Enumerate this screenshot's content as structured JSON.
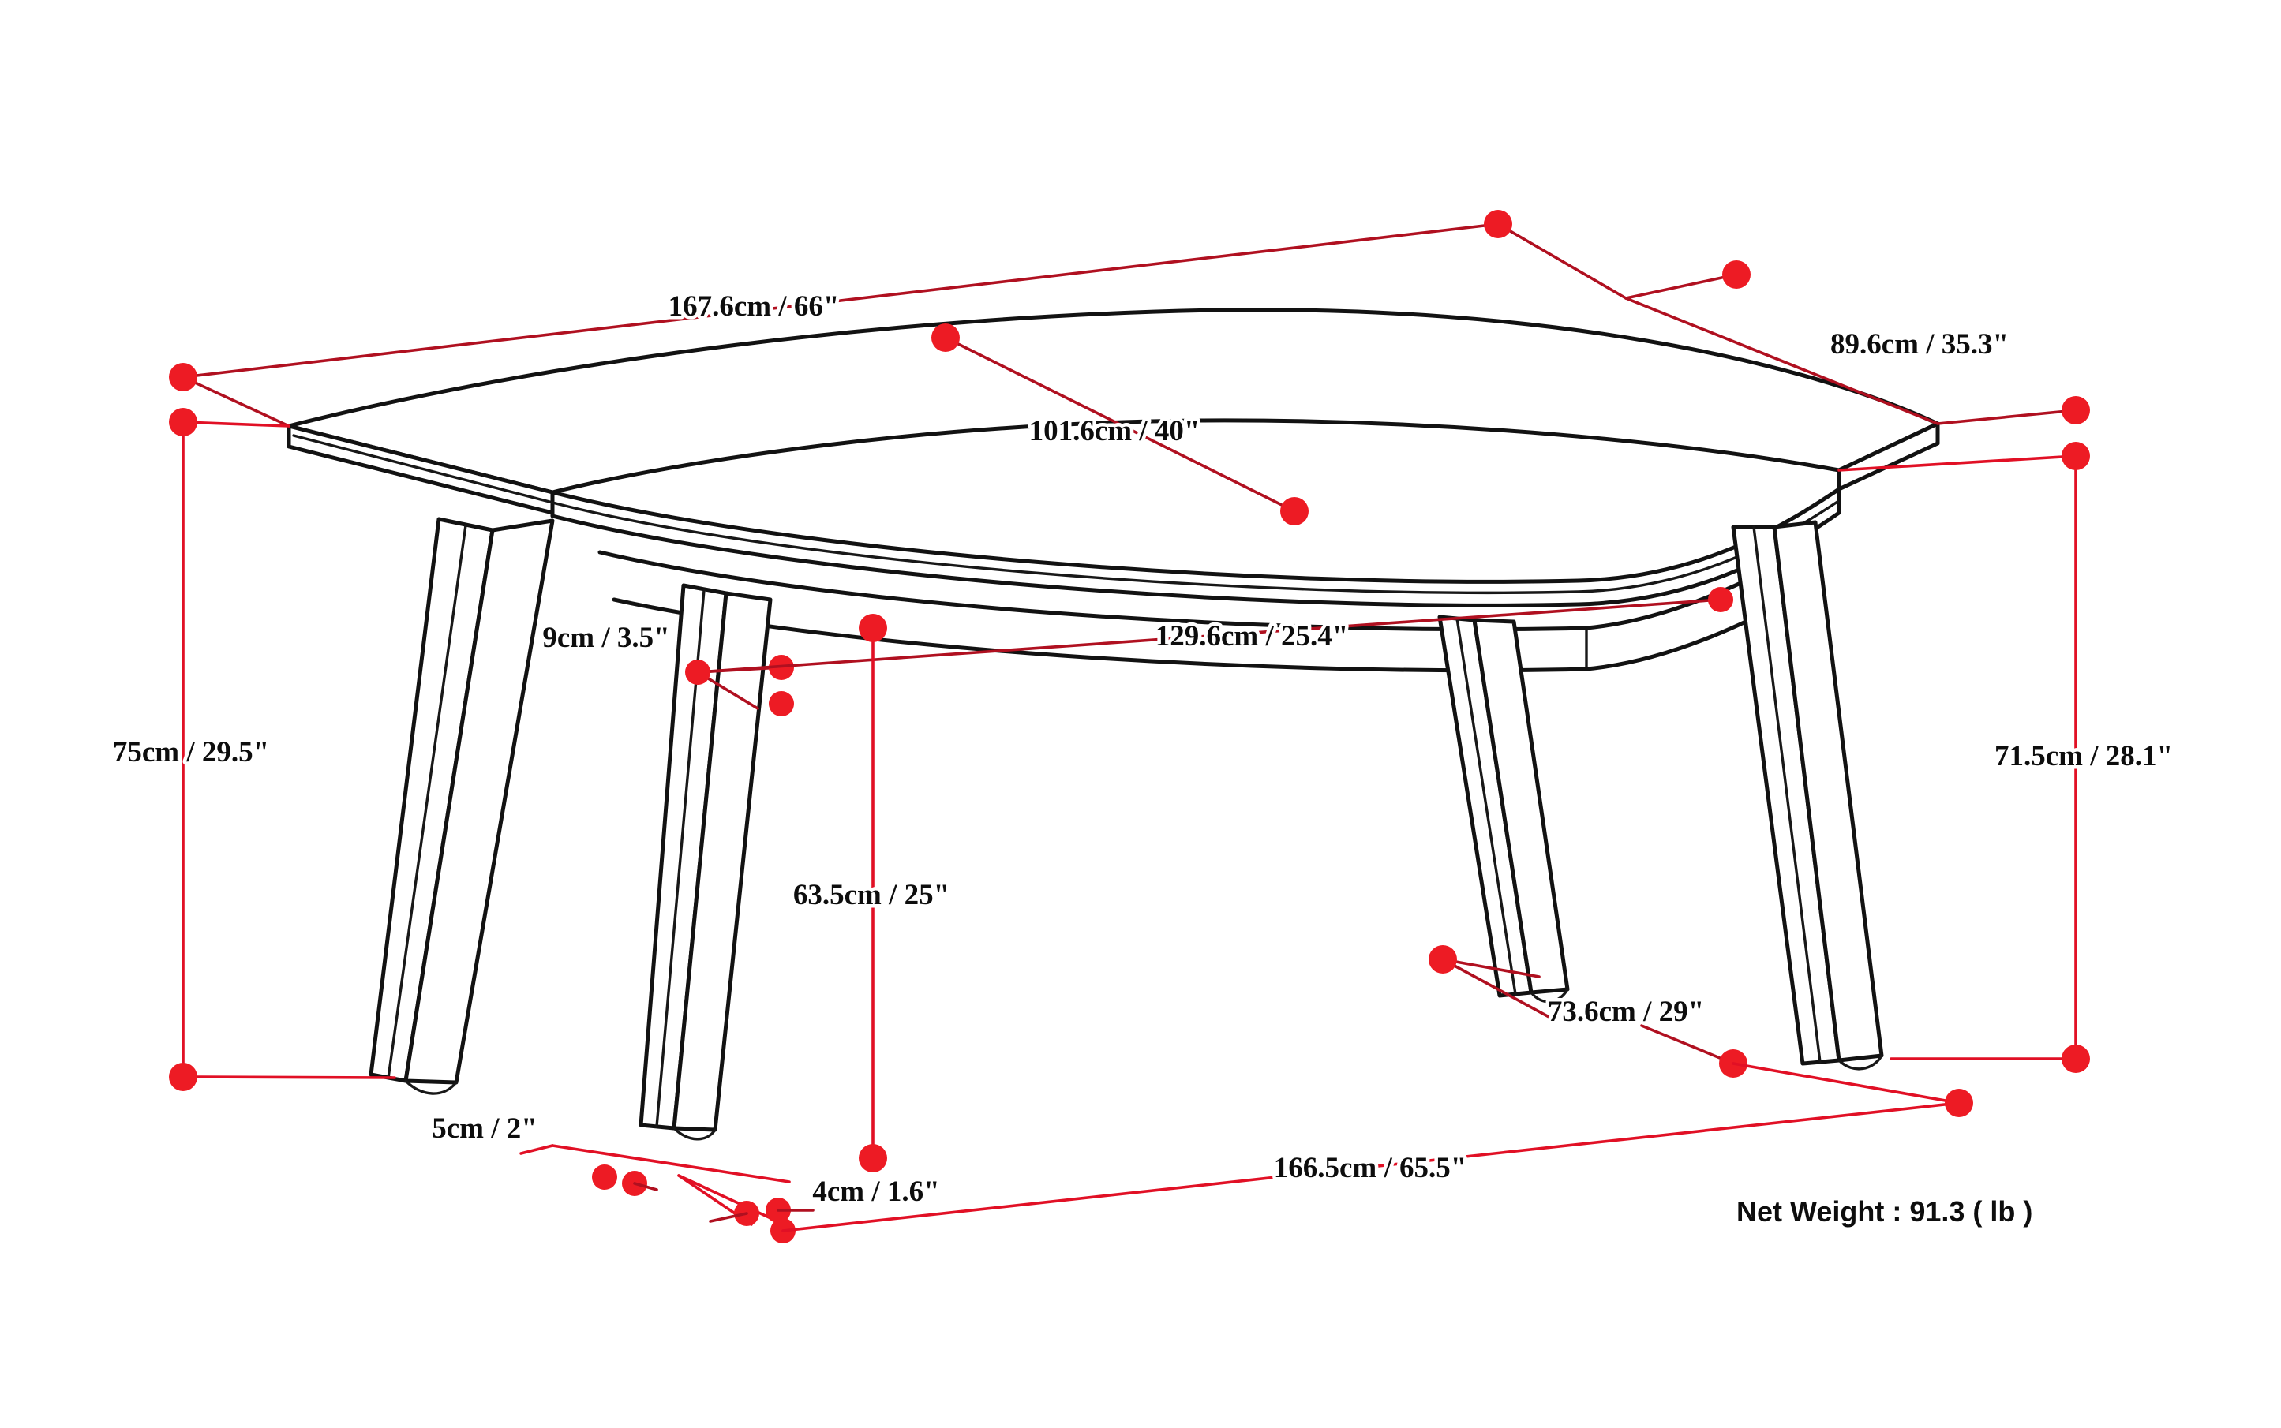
{
  "diagram": {
    "title": "Dining Table Dimension Drawing",
    "product": "rectangular-dining-table",
    "colors": {
      "outline": "#121212",
      "dimension": "#e11025",
      "dimension_dot": "#ed1b24",
      "background": "#ffffff",
      "label_text": "#0d0d0d"
    }
  },
  "dimensions": {
    "top_length": "167.6cm / 66\"",
    "top_width": "101.6cm / 40\"",
    "top_depth_right": "89.6cm / 35.3\"",
    "overall_height": "75cm / 29.5\"",
    "apron_height": "71.5cm / 28.1\"",
    "apron_thickness": "9cm / 3.5\"",
    "apron_span": "129.6cm / 25.4\"",
    "clearance_height": "63.5cm / 25\"",
    "leg_bottom_width": "5cm / 2\"",
    "leg_bottom_depth": "4cm / 1.6\"",
    "leg_spread_depth": "73.6cm / 29\"",
    "leg_spread_length": "166.5cm / 65.5\""
  },
  "weight": {
    "label": "Net Weight : 91.3 ( lb )",
    "value": "91.3",
    "unit": "lb"
  }
}
